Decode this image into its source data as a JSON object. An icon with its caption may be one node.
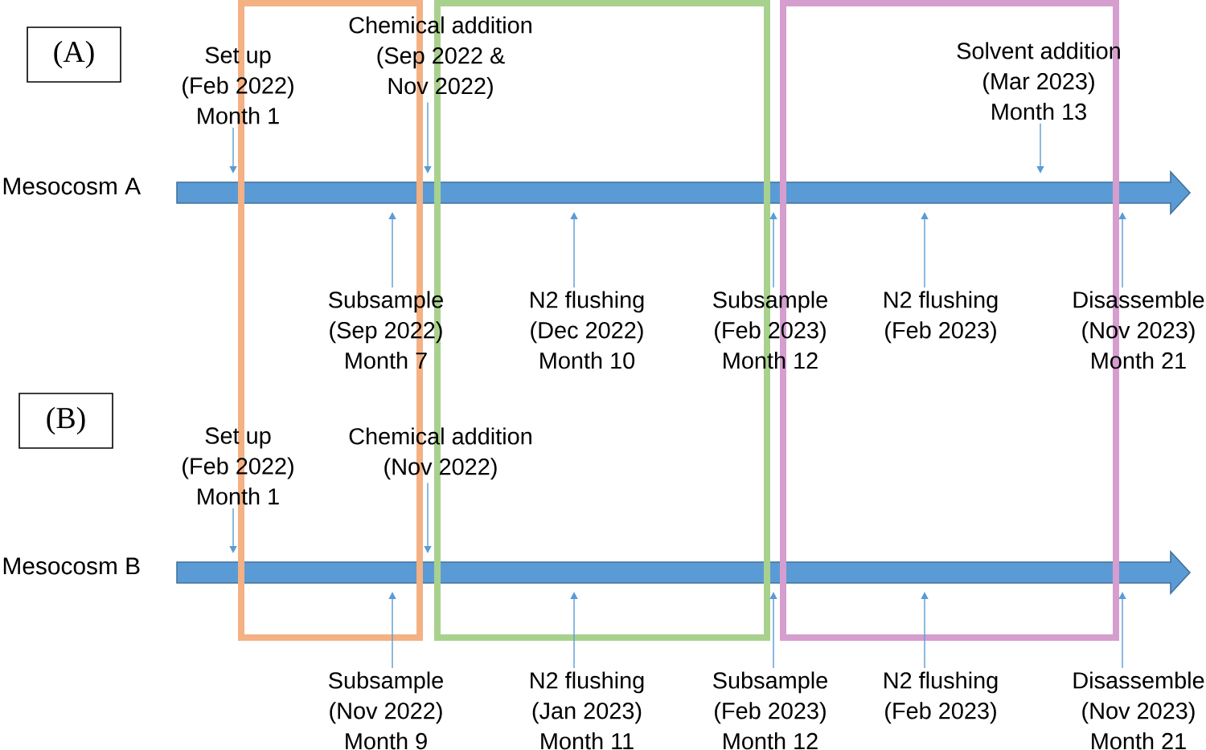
{
  "diagram": {
    "nodes": [
      {
        "text": [
          "(A)"
        ]
      },
      {
        "text": [
          "Set up",
          "(Feb 2022)",
          "Month 1"
        ]
      },
      {
        "text": [
          "Chemical addition",
          "(Sep 2022 & Nov 2022)"
        ]
      },
      {
        "text": [
          "Solvent addition",
          "(Mar 2023)",
          "Month 13"
        ]
      },
      {
        "text": [],
        "shape": "bar",
        "beside": [
          "Mesocosm A"
        ]
      },
      {
        "text": [
          "Subsample",
          "(Sep 2022)",
          "Month 7"
        ]
      },
      {
        "text": [
          "N2 flushing",
          "(Dec 2022)",
          "Month 10"
        ]
      },
      {
        "text": [
          "Subsample",
          "(Feb 2023)",
          "Month 12"
        ]
      },
      {
        "text": [
          "N2 flushing",
          "(Feb 2023)"
        ]
      },
      {
        "text": [
          "Disassemble",
          "(Nov 2023)",
          "Month 21"
        ]
      },
      {
        "text": [
          "(B)"
        ]
      },
      {
        "text": [
          "Set up",
          "(Feb 2022)",
          "Month 1"
        ]
      },
      {
        "text": [
          "Chemical addition",
          "(Nov 2022)"
        ]
      },
      {
        "text": [],
        "shape": "bar",
        "beside": [
          "Mesocosm B"
        ]
      },
      {
        "text": [
          "Subsample",
          "(Nov 2022)",
          "Month 9"
        ]
      },
      {
        "text": [
          "N2 flushing",
          "(Jan 2023)",
          "Month 11"
        ]
      },
      {
        "text": [
          "Subsample",
          "(Feb 2023)",
          "Month 12"
        ]
      },
      {
        "text": [
          "N2 flushing",
          "(Feb 2023)"
        ]
      },
      {
        "text": [
          "Disassemble",
          "(Nov 2023)",
          "Month 21"
        ]
      }
    ],
    "edges": [
      {
        "from": 1,
        "to": 4,
        "arrow": "to"
      },
      {
        "from": 2,
        "to": 4,
        "arrow": "to"
      },
      {
        "from": 3,
        "to": 4,
        "arrow": "to"
      },
      {
        "from": 5,
        "to": 4,
        "arrow": "to"
      },
      {
        "from": 6,
        "to": 4,
        "arrow": "to"
      },
      {
        "from": 7,
        "to": 4,
        "arrow": "to"
      },
      {
        "from": 8,
        "to": 4,
        "arrow": "to"
      },
      {
        "from": 9,
        "to": 4,
        "arrow": "to"
      },
      {
        "from": 11,
        "to": 13,
        "arrow": "to"
      },
      {
        "from": 12,
        "to": 13,
        "arrow": "to"
      },
      {
        "from": 14,
        "to": 13,
        "arrow": "to"
      },
      {
        "from": 15,
        "to": 13,
        "arrow": "to"
      },
      {
        "from": 16,
        "to": 13,
        "arrow": "to"
      },
      {
        "from": 17,
        "to": 13,
        "arrow": "to"
      },
      {
        "from": 18,
        "to": 13,
        "arrow": "to"
      }
    ]
  }
}
